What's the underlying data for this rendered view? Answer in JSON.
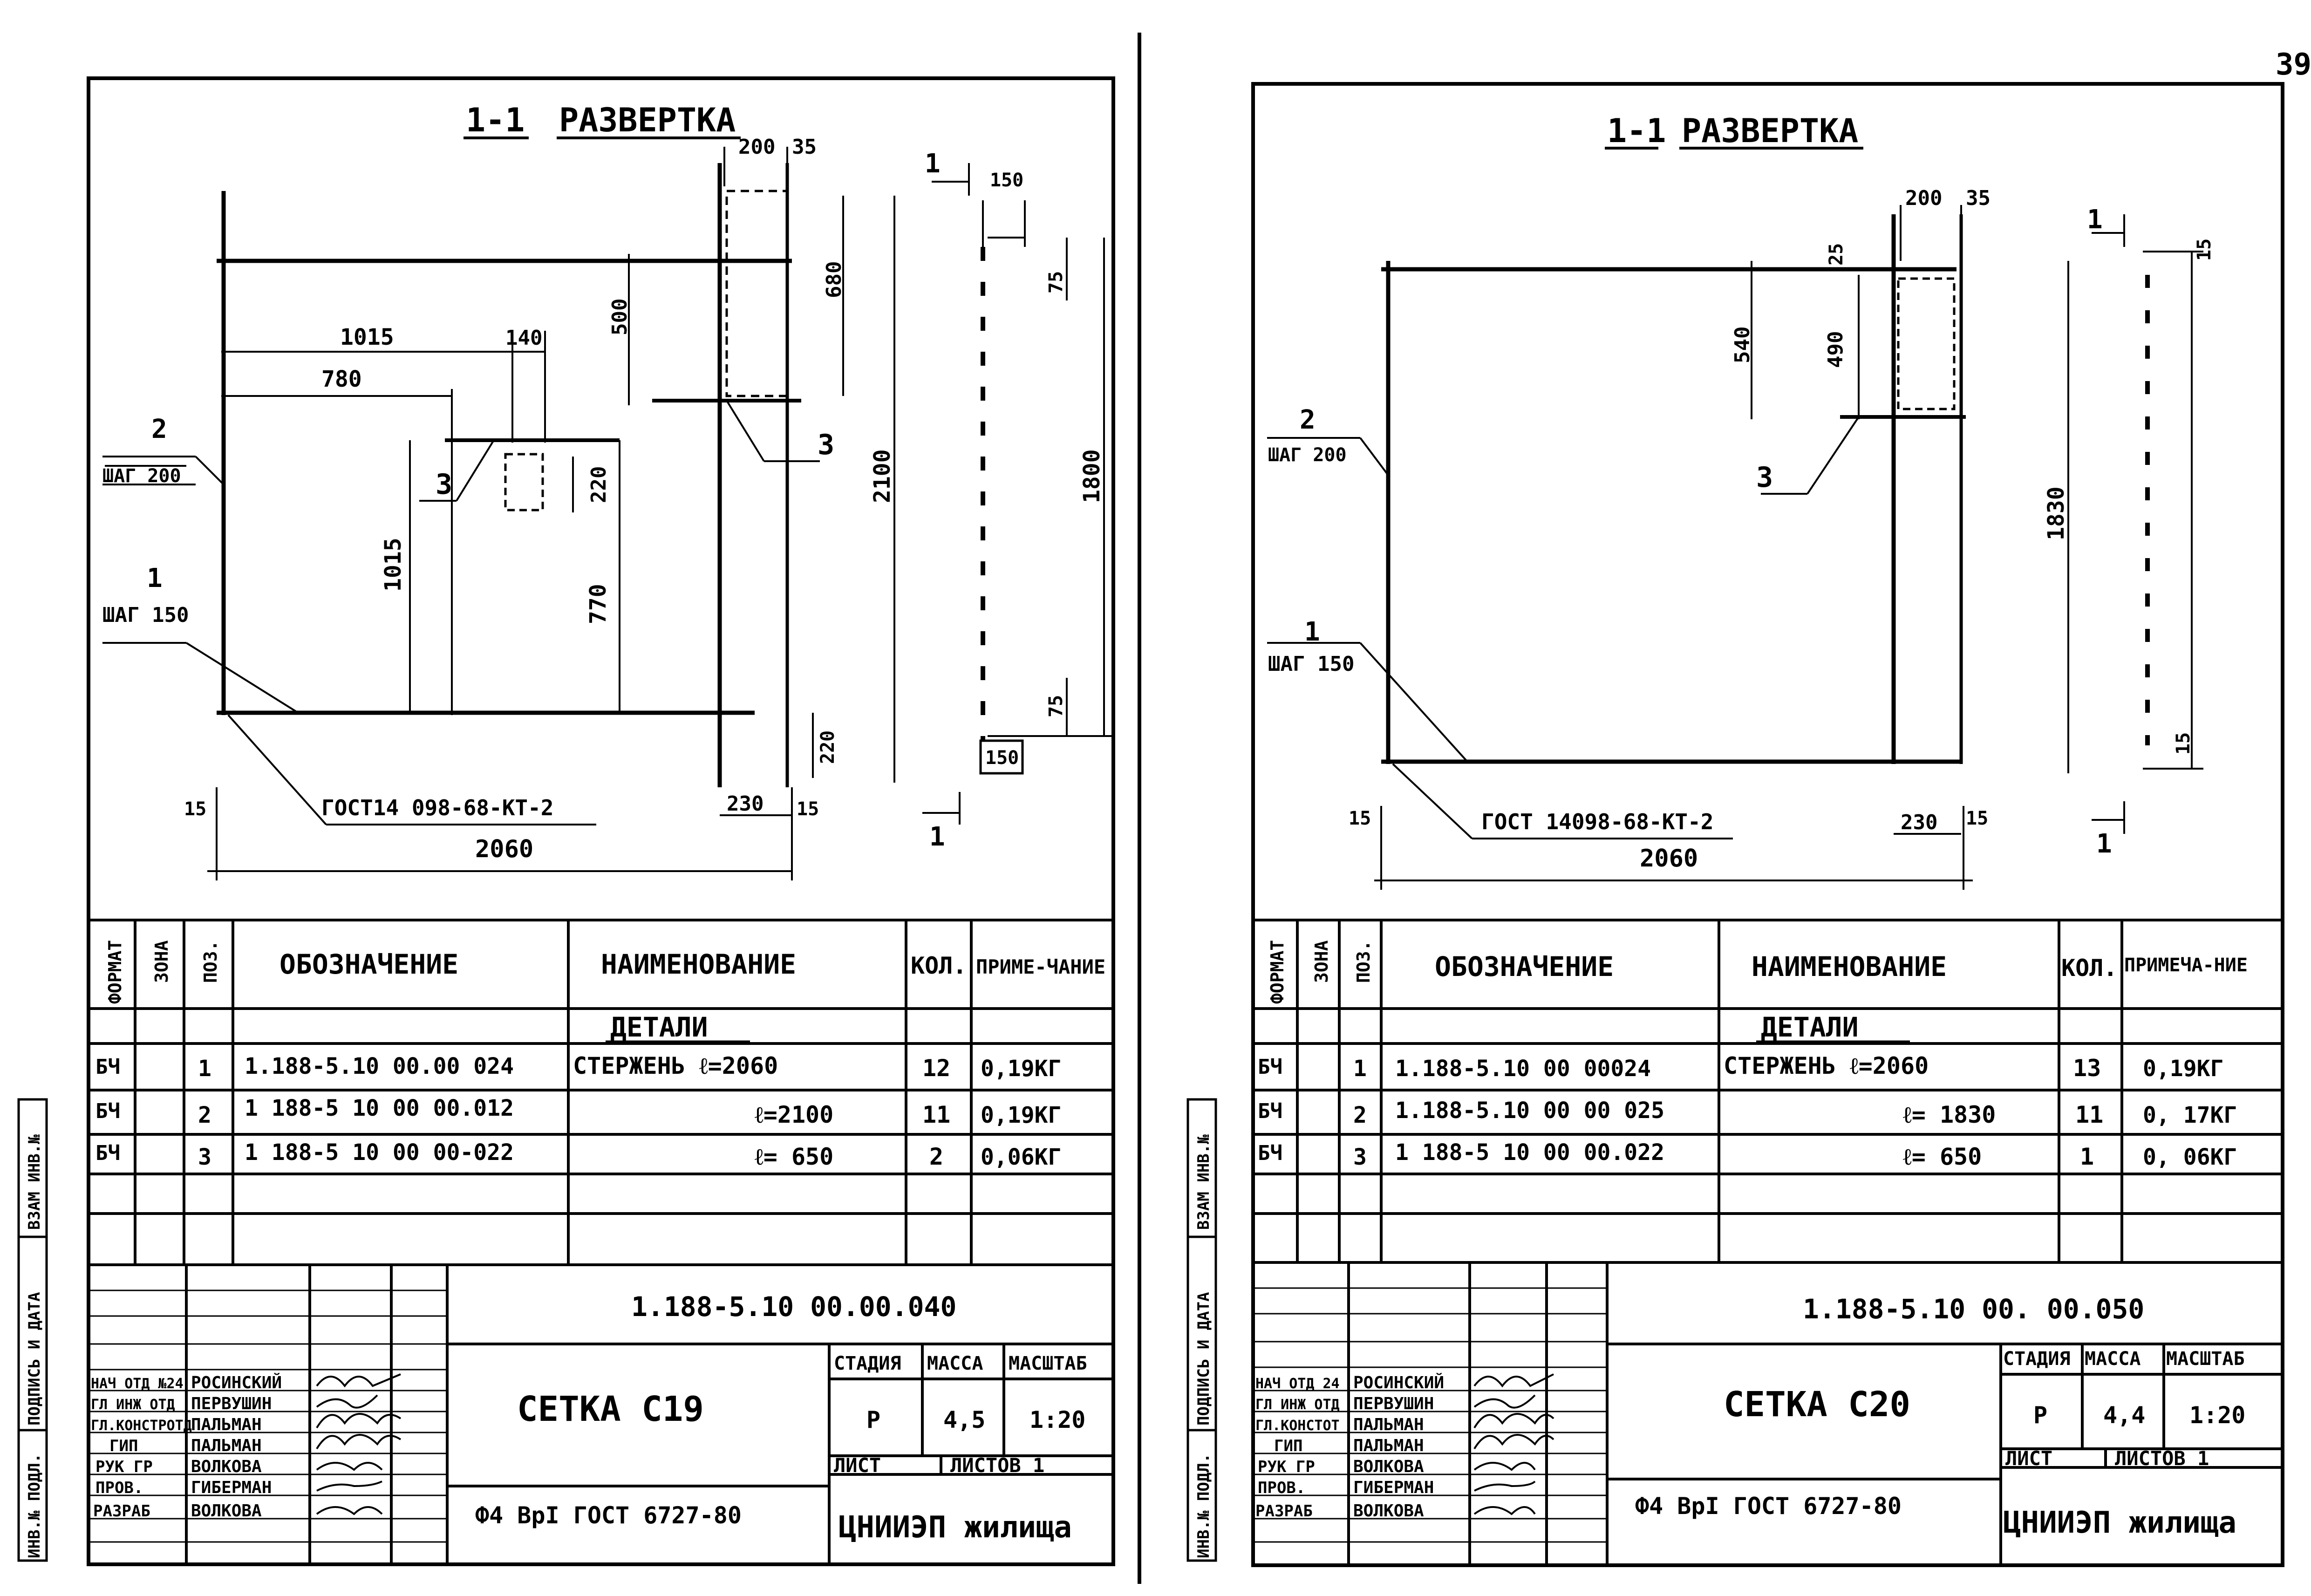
{
  "page_number": "39",
  "sheets": [
    {
      "section_label": "1-1",
      "section_title": "РАЗВЕРТКА",
      "dims": {
        "d200": "200",
        "d35": "35",
        "d1015a": "1015",
        "d140": "140",
        "d780": "780",
        "d500": "500",
        "d680": "680",
        "d220a": "220",
        "d1015b": "1015",
        "d770": "770",
        "d2100": "2100",
        "d1800": "1800",
        "d150a": "150",
        "d75a": "75",
        "d75b": "75",
        "d150b": "150",
        "d220b": "220",
        "d15": "15",
        "d230": "230",
        "d15b": "15",
        "d2060": "2060"
      },
      "callouts": {
        "pos2": "2",
        "step200": "ШАГ 200",
        "pos1": "1",
        "step150": "ШАГ 150",
        "pos3a": "3",
        "pos3b": "3",
        "cut1a": "1",
        "cut1b": "1",
        "gost_weld": "ГОСТ14 098-68-КТ-2"
      },
      "spec": {
        "headers": {
          "format": "ФОРМАТ",
          "zone": "ЗОНА",
          "pos": "ПОЗ.",
          "designation": "ОБОЗНАЧЕНИЕ",
          "name": "НАИМЕНОВАНИЕ",
          "qty": "КОЛ.",
          "note": "ПРИМЕ-ЧАНИЕ"
        },
        "section": "ДЕТАЛИ",
        "rows": [
          {
            "format": "БЧ",
            "pos": "1",
            "designation": "1.188-5.10   00.00 024",
            "name": "СТЕРЖЕНЬ  ℓ=2060",
            "qty": "12",
            "note": "0,19КГ"
          },
          {
            "format": "БЧ",
            "pos": "2",
            "designation": "1 188-5 10   00 00.012",
            "name": "ℓ=2100",
            "qty": "11",
            "note": "0,19КГ"
          },
          {
            "format": "БЧ",
            "pos": "3",
            "designation": "1 188-5 10   00 00-022",
            "name": "ℓ=  650",
            "qty": "2",
            "note": "0,06КГ"
          }
        ]
      },
      "side_labels": {
        "inv_vzam": "ВЗАМ ИНВ.№",
        "signature_date": "ПОДПИСЬ И ДАТА",
        "inv_orig": "ИНВ.№ ПОДЛ."
      },
      "title_block": {
        "doc_code": "1.188-5.10       00.00.040",
        "title": "СЕТКА  С19",
        "material": "Ф4  ВрI  ГОСТ 6727-80",
        "stage_label": "СТАДИЯ",
        "mass_label": "МАССА",
        "scale_label": "МАСШТАБ",
        "stage": "Р",
        "mass": "4,5",
        "scale": "1:20",
        "sheet_label": "ЛИСТ",
        "sheets_label": "ЛИСТОВ 1",
        "org": "ЦНИИЭП жилища",
        "roles": [
          "НАЧ ОТД №24",
          "ГЛ ИНЖ ОТД",
          "ГЛ.КОНСТРОТД",
          "ГИП",
          "РУК ГР",
          "ПРОВ.",
          "РАЗРАБ"
        ],
        "names": [
          "РОСИНСКИЙ",
          "ПЕРВУШИН",
          "ПАЛЬМАН",
          "ПАЛЬМАН",
          "ВОЛКОВА",
          "ГИБЕРМАН",
          "ВОЛКОВА"
        ]
      }
    },
    {
      "section_label": "1-1",
      "section_title": "РАЗВЕРТКА",
      "dims": {
        "d200": "200",
        "d35": "35",
        "d25": "25",
        "d540": "540",
        "d490": "490",
        "d1830": "1830",
        "d15a": "15",
        "d15b": "15",
        "d15c": "15",
        "d230": "230",
        "d15d": "15",
        "d2060": "2060"
      },
      "callouts": {
        "pos2": "2",
        "step200": "ШАГ 200",
        "pos1": "1",
        "step150": "ШАГ 150",
        "pos3": "3",
        "cut1a": "1",
        "cut1b": "1",
        "gost_weld": "ГОСТ 14098-68-КТ-2"
      },
      "spec": {
        "headers": {
          "format": "ФОРМАТ",
          "zone": "ЗОНА",
          "pos": "ПОЗ.",
          "designation": "ОБОЗНАЧЕНИЕ",
          "name": "НАИМЕНОВАНИЕ",
          "qty": "КОЛ.",
          "note": "ПРИМЕЧА-НИЕ"
        },
        "section": "ДЕТАЛИ",
        "rows": [
          {
            "format": "БЧ",
            "pos": "1",
            "designation": "1.188-5.10   00 00024",
            "name": "СТЕРЖЕНЬ  ℓ=2060",
            "qty": "13",
            "note": "0,19КГ"
          },
          {
            "format": "БЧ",
            "pos": "2",
            "designation": "1.188-5.10   00 00 025",
            "name": "ℓ= 1830",
            "qty": "11",
            "note": "0, 17КГ"
          },
          {
            "format": "БЧ",
            "pos": "3",
            "designation": "1 188-5 10   00 00.022",
            "name": "ℓ=  650",
            "qty": "1",
            "note": "0, 06КГ"
          }
        ]
      },
      "side_labels": {
        "inv_vzam": "ВЗАМ ИНВ.№",
        "signature_date": "ПОДПИСЬ И ДАТА",
        "inv_orig": "ИНВ.№ ПОДЛ."
      },
      "title_block": {
        "doc_code": "1.188-5.10     00. 00.050",
        "title": "СЕТКА  С20",
        "material": "Ф4  ВрI  ГОСТ 6727-80",
        "stage_label": "СТАДИЯ",
        "mass_label": "МАССА",
        "scale_label": "МАСШТАБ",
        "stage": "Р",
        "mass": "4,4",
        "scale": "1:20",
        "sheet_label": "ЛИСТ",
        "sheets_label": "ЛИСТОВ 1",
        "org": "ЦНИИЭП жилища",
        "roles": [
          "НАЧ ОТД 24",
          "ГЛ ИНЖ ОТД",
          "ГЛ.КОНСТОТ",
          "ГИП",
          "РУК ГР",
          "ПРОВ.",
          "РАЗРАБ"
        ],
        "names": [
          "РОСИНСКИЙ",
          "ПЕРВУШИН",
          "ПАЛЬМАН",
          "ПАЛЬМАН",
          "ВОЛКОВА",
          "ГИБЕРМАН",
          "ВОЛКОВА"
        ]
      }
    }
  ]
}
